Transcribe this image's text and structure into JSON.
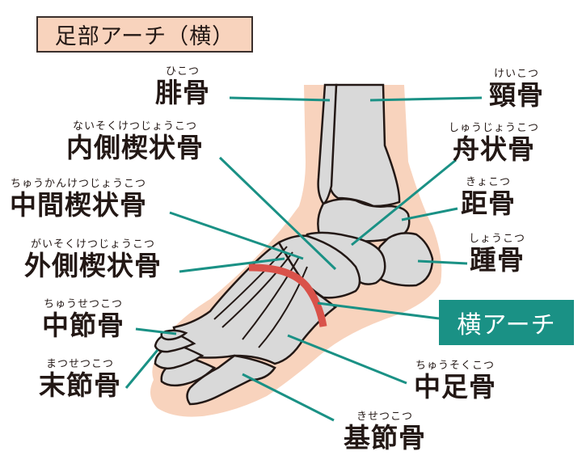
{
  "title": "足部アーチ（横）",
  "colors": {
    "skin": "#f8d3bd",
    "bone": "#d9d9d9",
    "outline": "#231815",
    "leader_line": "#1a9185",
    "arch_highlight": "#d9524a",
    "badge_bg": "#1a9185",
    "badge_text": "#ffffff"
  },
  "arch_badge": {
    "label": "横アーチ"
  },
  "labels": {
    "fibula": {
      "ruby": "ひこつ",
      "name": "腓骨"
    },
    "tibia": {
      "ruby": "けいこつ",
      "name": "頸骨"
    },
    "medial_cuneiform": {
      "ruby": "ないそくけつじょうこつ",
      "name": "内側楔状骨"
    },
    "navicular": {
      "ruby": "しゅうじょうこつ",
      "name": "舟状骨"
    },
    "intermediate_cuneiform": {
      "ruby": "ちゅうかんけつじょうこつ",
      "name": "中間楔状骨"
    },
    "talus": {
      "ruby": "きょこつ",
      "name": "距骨"
    },
    "lateral_cuneiform": {
      "ruby": "がいそくけつじょうこつ",
      "name": "外側楔状骨"
    },
    "calcaneus": {
      "ruby": "しょうこつ",
      "name": "踵骨"
    },
    "middle_phalanx": {
      "ruby": "ちゅうせつこつ",
      "name": "中節骨"
    },
    "distal_phalanx": {
      "ruby": "まつせつこつ",
      "name": "末節骨"
    },
    "metatarsal": {
      "ruby": "ちゅうそくこつ",
      "name": "中足骨"
    },
    "proximal_phalanx": {
      "ruby": "きせつこつ",
      "name": "基節骨"
    }
  }
}
